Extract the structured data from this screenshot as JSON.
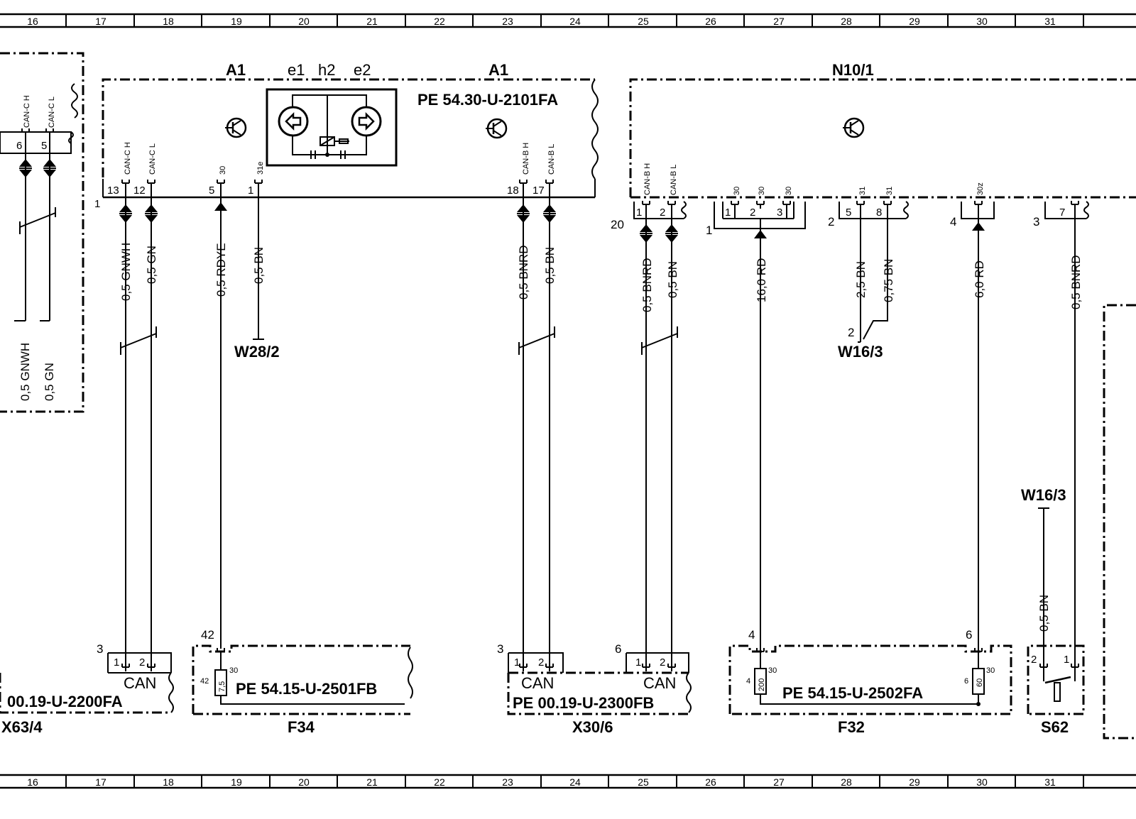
{
  "ruler": {
    "columns": [
      "16",
      "17",
      "18",
      "19",
      "20",
      "21",
      "22",
      "23",
      "24",
      "25",
      "26",
      "27",
      "28",
      "29",
      "30",
      "31"
    ]
  },
  "components": {
    "a1_left": "A1",
    "a1_right": "A1",
    "n10_1": "N10/1",
    "e1": "e1",
    "h2": "h2",
    "e2": "e2",
    "w28_2": "W28/2",
    "w16_3_top": "W16/3",
    "w16_3_mid": "W16/3",
    "x63_4": "X63/4",
    "f34": "F34",
    "x30_6": "X30/6",
    "f32": "F32",
    "s62": "S62"
  },
  "references": {
    "a1": "PE 54.30-U-2101FA",
    "x63_4": "00.19-U-2200FA",
    "f34": "PE 54.15-U-2501FB",
    "x30_6": "PE 00.19-U-2300FB",
    "f32": "PE 54.15-U-2502FA"
  },
  "signals": {
    "can_c_h": "CAN-C H",
    "can_c_l": "CAN-C L",
    "can_b_h": "CAN-B H",
    "can_b_l": "CAN-B L",
    "s30": "30",
    "s31e": "31e",
    "s31": "31",
    "s30z": "30z",
    "can": "CAN"
  },
  "wires": {
    "left_gnwh": "0,5 GNWH",
    "left_gn": "0,5 GN",
    "a1_gnwh": "0,5 GNWH",
    "a1_gn": "0,5 GN",
    "a1_rdye": "0,5 RDYE",
    "a1_bn": "0,5 BN",
    "a1_bnrd": "0,5 BNRD",
    "a1_bn2": "0,5 BN",
    "n10_bnrd": "0,5 BNRD",
    "n10_bn": "0,5 BN",
    "n10_rd16": "16,0 RD",
    "n10_bn25": "2,5 BN",
    "n10_bn075": "0,75 BN",
    "n10_rd6": "6,0 RD",
    "n10_bnrd_r": "0,5 BNRD",
    "s62_bn": "0,5 BN"
  },
  "pins": {
    "p1": "1",
    "p2": "2",
    "p3": "3",
    "p4": "4",
    "p5": "5",
    "p6": "6",
    "p7": "7",
    "p8": "8",
    "p12": "12",
    "p13": "13",
    "p17": "17",
    "p18": "18",
    "p20": "20",
    "p42": "42"
  },
  "fuses": {
    "f34_rating": "7,5",
    "f32_a": "200",
    "f32_b": "60",
    "f34_pin": "42",
    "f32_pin_a": "4",
    "f32_pin_b": "6"
  }
}
